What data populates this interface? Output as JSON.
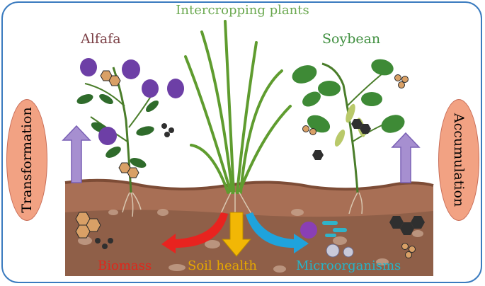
{
  "title": "Intercropping plants",
  "plants": {
    "left": "Alfafa",
    "right": "Soybean"
  },
  "processes": {
    "left": "Transformation",
    "right": "Accumulation"
  },
  "outcomes": {
    "biomass": "Biomass",
    "soil_health": "Soil health",
    "microorganisms": "Microorganisms"
  },
  "colors": {
    "frame": "#3a7bbf",
    "title": "#6aa84f",
    "alfafa": "#7b3f45",
    "soybean": "#3f8f3f",
    "oval_fill": "#f2a283",
    "up_arrow": "#a68fd0",
    "biomass_arrow": "#e8231f",
    "soil_health_arrow": "#f2b705",
    "microorganisms_arrow": "#1fa3dc",
    "soil_top": "#a86f55",
    "soil_bottom": "#8f5f48",
    "biomass_text": "#e0261b",
    "soil_health_text": "#e6a800",
    "microorganisms_text": "#25b5c9"
  },
  "icons": [
    "alfalfa-plant-icon",
    "grass-plant-icon",
    "soybean-plant-icon",
    "hexagon-molecule-icon",
    "microbe-icon"
  ]
}
